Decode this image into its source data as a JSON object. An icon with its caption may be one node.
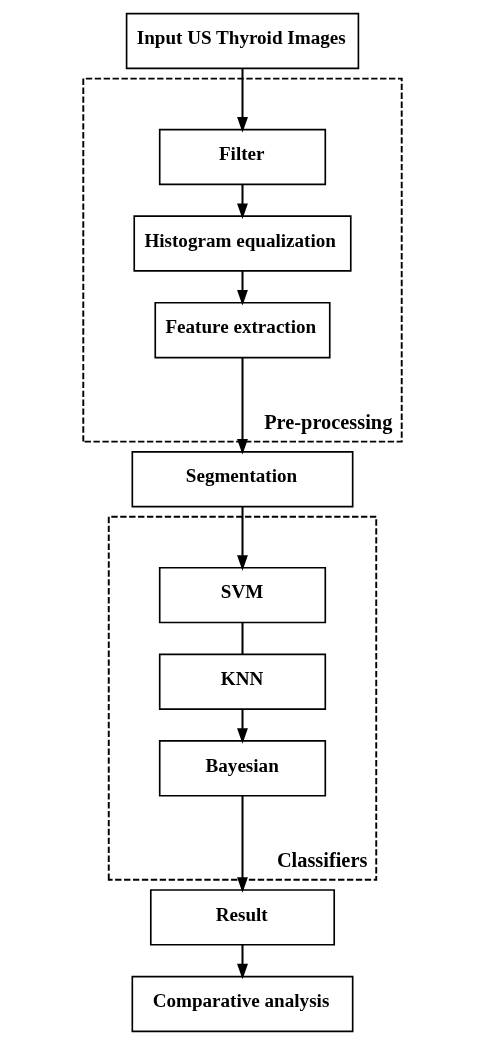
{
  "diagram": {
    "nodes": [
      {
        "text": [
          "Input US Thyroid Images"
        ]
      },
      {
        "text": [
          "Pre-processing"
        ]
      },
      {
        "text": [
          "Filter"
        ],
        "in": 1
      },
      {
        "text": [
          "Histogram equalization"
        ],
        "in": 1
      },
      {
        "text": [
          "Feature extraction"
        ],
        "in": 1
      },
      {
        "text": [
          "Segmentation"
        ]
      },
      {
        "text": [
          "Classifiers"
        ]
      },
      {
        "text": [
          "SVM"
        ],
        "in": 6
      },
      {
        "text": [
          "KNN"
        ],
        "in": 6
      },
      {
        "text": [
          "Bayesian"
        ],
        "in": 6
      },
      {
        "text": [
          "Result"
        ]
      },
      {
        "text": [
          "Comparative analysis"
        ]
      }
    ],
    "edges": [
      {
        "from": 0,
        "to": 2,
        "arrow": "to"
      },
      {
        "from": 2,
        "to": 3,
        "arrow": "to"
      },
      {
        "from": 3,
        "to": 4,
        "arrow": "to"
      },
      {
        "from": 4,
        "to": 5,
        "arrow": "to"
      },
      {
        "from": 5,
        "to": 7,
        "arrow": "to"
      },
      {
        "from": 7,
        "to": 8,
        "arrow": "none"
      },
      {
        "from": 8,
        "to": 9,
        "arrow": "to"
      },
      {
        "from": 9,
        "to": 10,
        "arrow": "to"
      },
      {
        "from": 10,
        "to": 11,
        "arrow": "to"
      }
    ]
  }
}
